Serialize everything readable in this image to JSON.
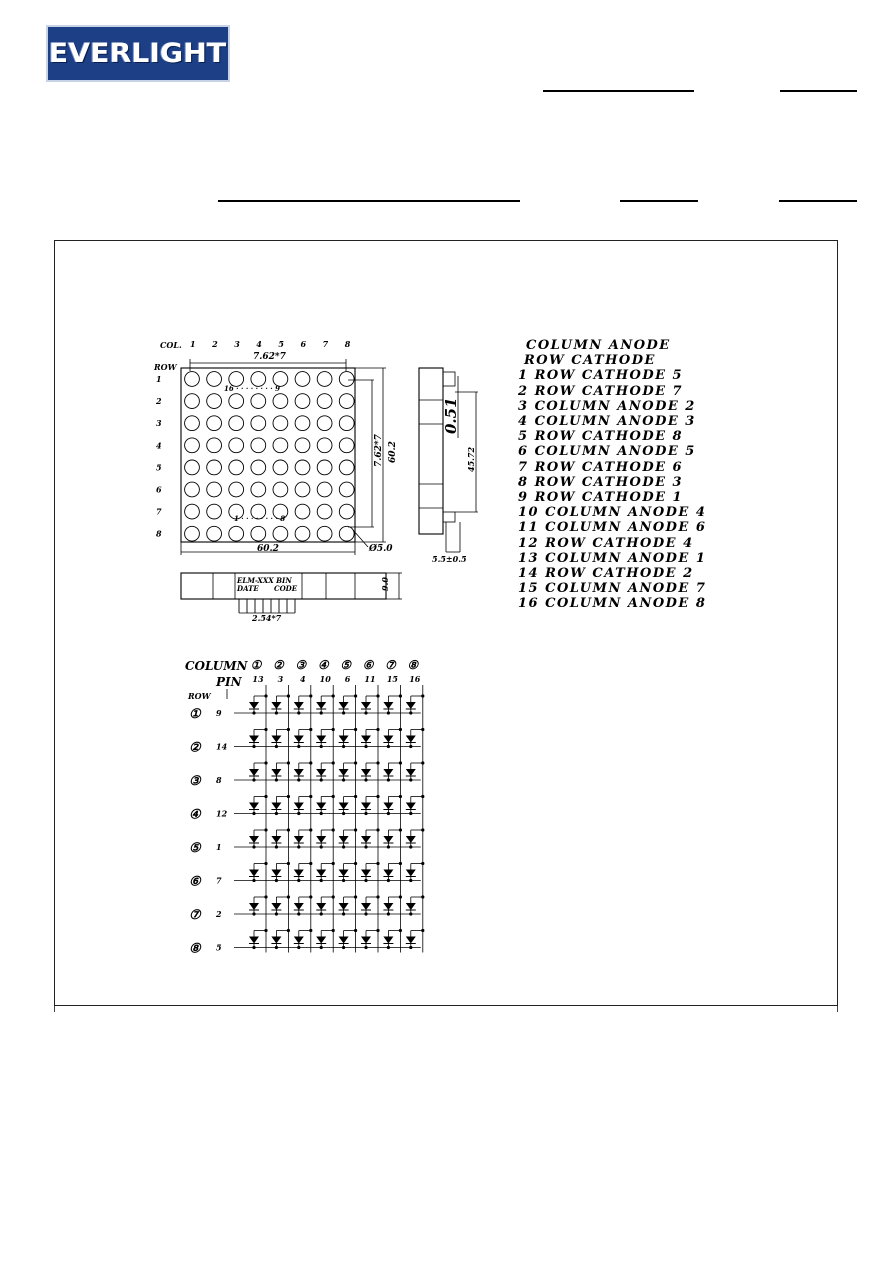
{
  "brand": {
    "logo_text": "EVERLIGHT"
  },
  "drawing": {
    "col_label": "COL.",
    "row_label": "ROW",
    "col_numbers": [
      "1",
      "2",
      "3",
      "4",
      "5",
      "6",
      "7",
      "8"
    ],
    "row_numbers": [
      "1",
      "2",
      "3",
      "4",
      "5",
      "6",
      "7",
      "8"
    ],
    "dim_pitch_top": "7.62*7",
    "dim_pitch_side": "7.62*7",
    "dim_height": "60.2",
    "dim_width": "60.2",
    "dim_dot": "Ø5.0",
    "pin_range_top": "16 · · · · · · · · 9",
    "pin_range_bottom": "1 · · · · · · · · 8",
    "side_dim_top": "0.51",
    "side_dim_len": "45.72",
    "side_dim_pin": "5.5±0.5",
    "bottom_label_1": "ELM-XXX BIN",
    "bottom_label_2": "DATE",
    "bottom_label_3": "CODE",
    "bottom_dim_height": "9.0",
    "bottom_dim_pitch": "2.54*7"
  },
  "pin_list": [
    "COLUMN ANODE",
    "ROW CATHODE",
    "1 ROW CATHODE 5",
    "2 ROW CATHODE 7",
    "3 COLUMN ANODE 2",
    "4 COLUMN ANODE 3",
    "5 ROW CATHODE 8",
    "6 COLUMN ANODE 5",
    "7 ROW CATHODE 6",
    "8 ROW CATHODE 3",
    "9 ROW CATHODE 1",
    "10 COLUMN ANODE 4",
    "11 COLUMN ANODE 6",
    "12 ROW CATHODE 4",
    "13 COLUMN ANODE 1",
    "14 ROW CATHODE 2",
    "15 COLUMN ANODE 7",
    "16 COLUMN ANODE 8"
  ],
  "schematic": {
    "column_label": "COLUMN",
    "pin_label": "PIN",
    "row_label": "ROW",
    "column_numbers": [
      "①",
      "②",
      "③",
      "④",
      "⑤",
      "⑥",
      "⑦",
      "⑧"
    ],
    "column_pins": [
      "13",
      "3",
      "4",
      "10",
      "6",
      "11",
      "15",
      "16"
    ],
    "row_numbers": [
      "①",
      "②",
      "③",
      "④",
      "⑤",
      "⑥",
      "⑦",
      "⑧"
    ],
    "row_pins": [
      "9",
      "14",
      "8",
      "12",
      "1",
      "7",
      "2",
      "5"
    ]
  }
}
